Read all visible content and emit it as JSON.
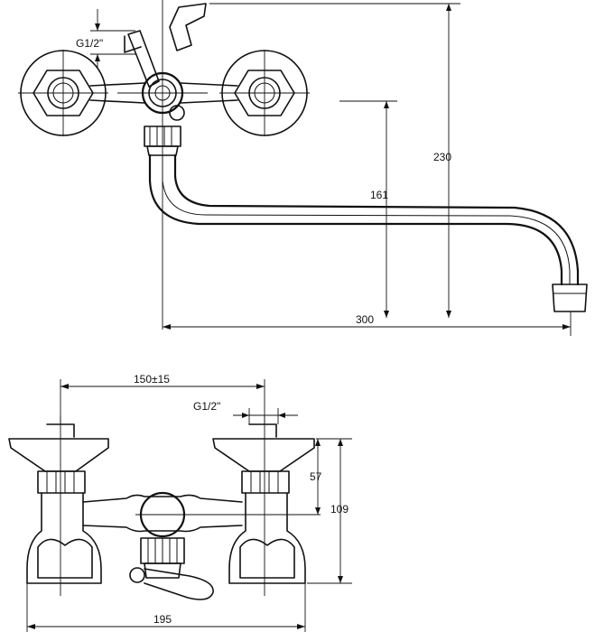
{
  "top_view": {
    "dimensions": {
      "thread": "G1/2\"",
      "spout_height": "161",
      "total_height": "230",
      "spout_reach": "300"
    }
  },
  "front_view": {
    "dimensions": {
      "centers": "150±15",
      "thread": "G1/2\"",
      "handle_height": "57",
      "body_height": "109",
      "overall_width": "195"
    }
  }
}
